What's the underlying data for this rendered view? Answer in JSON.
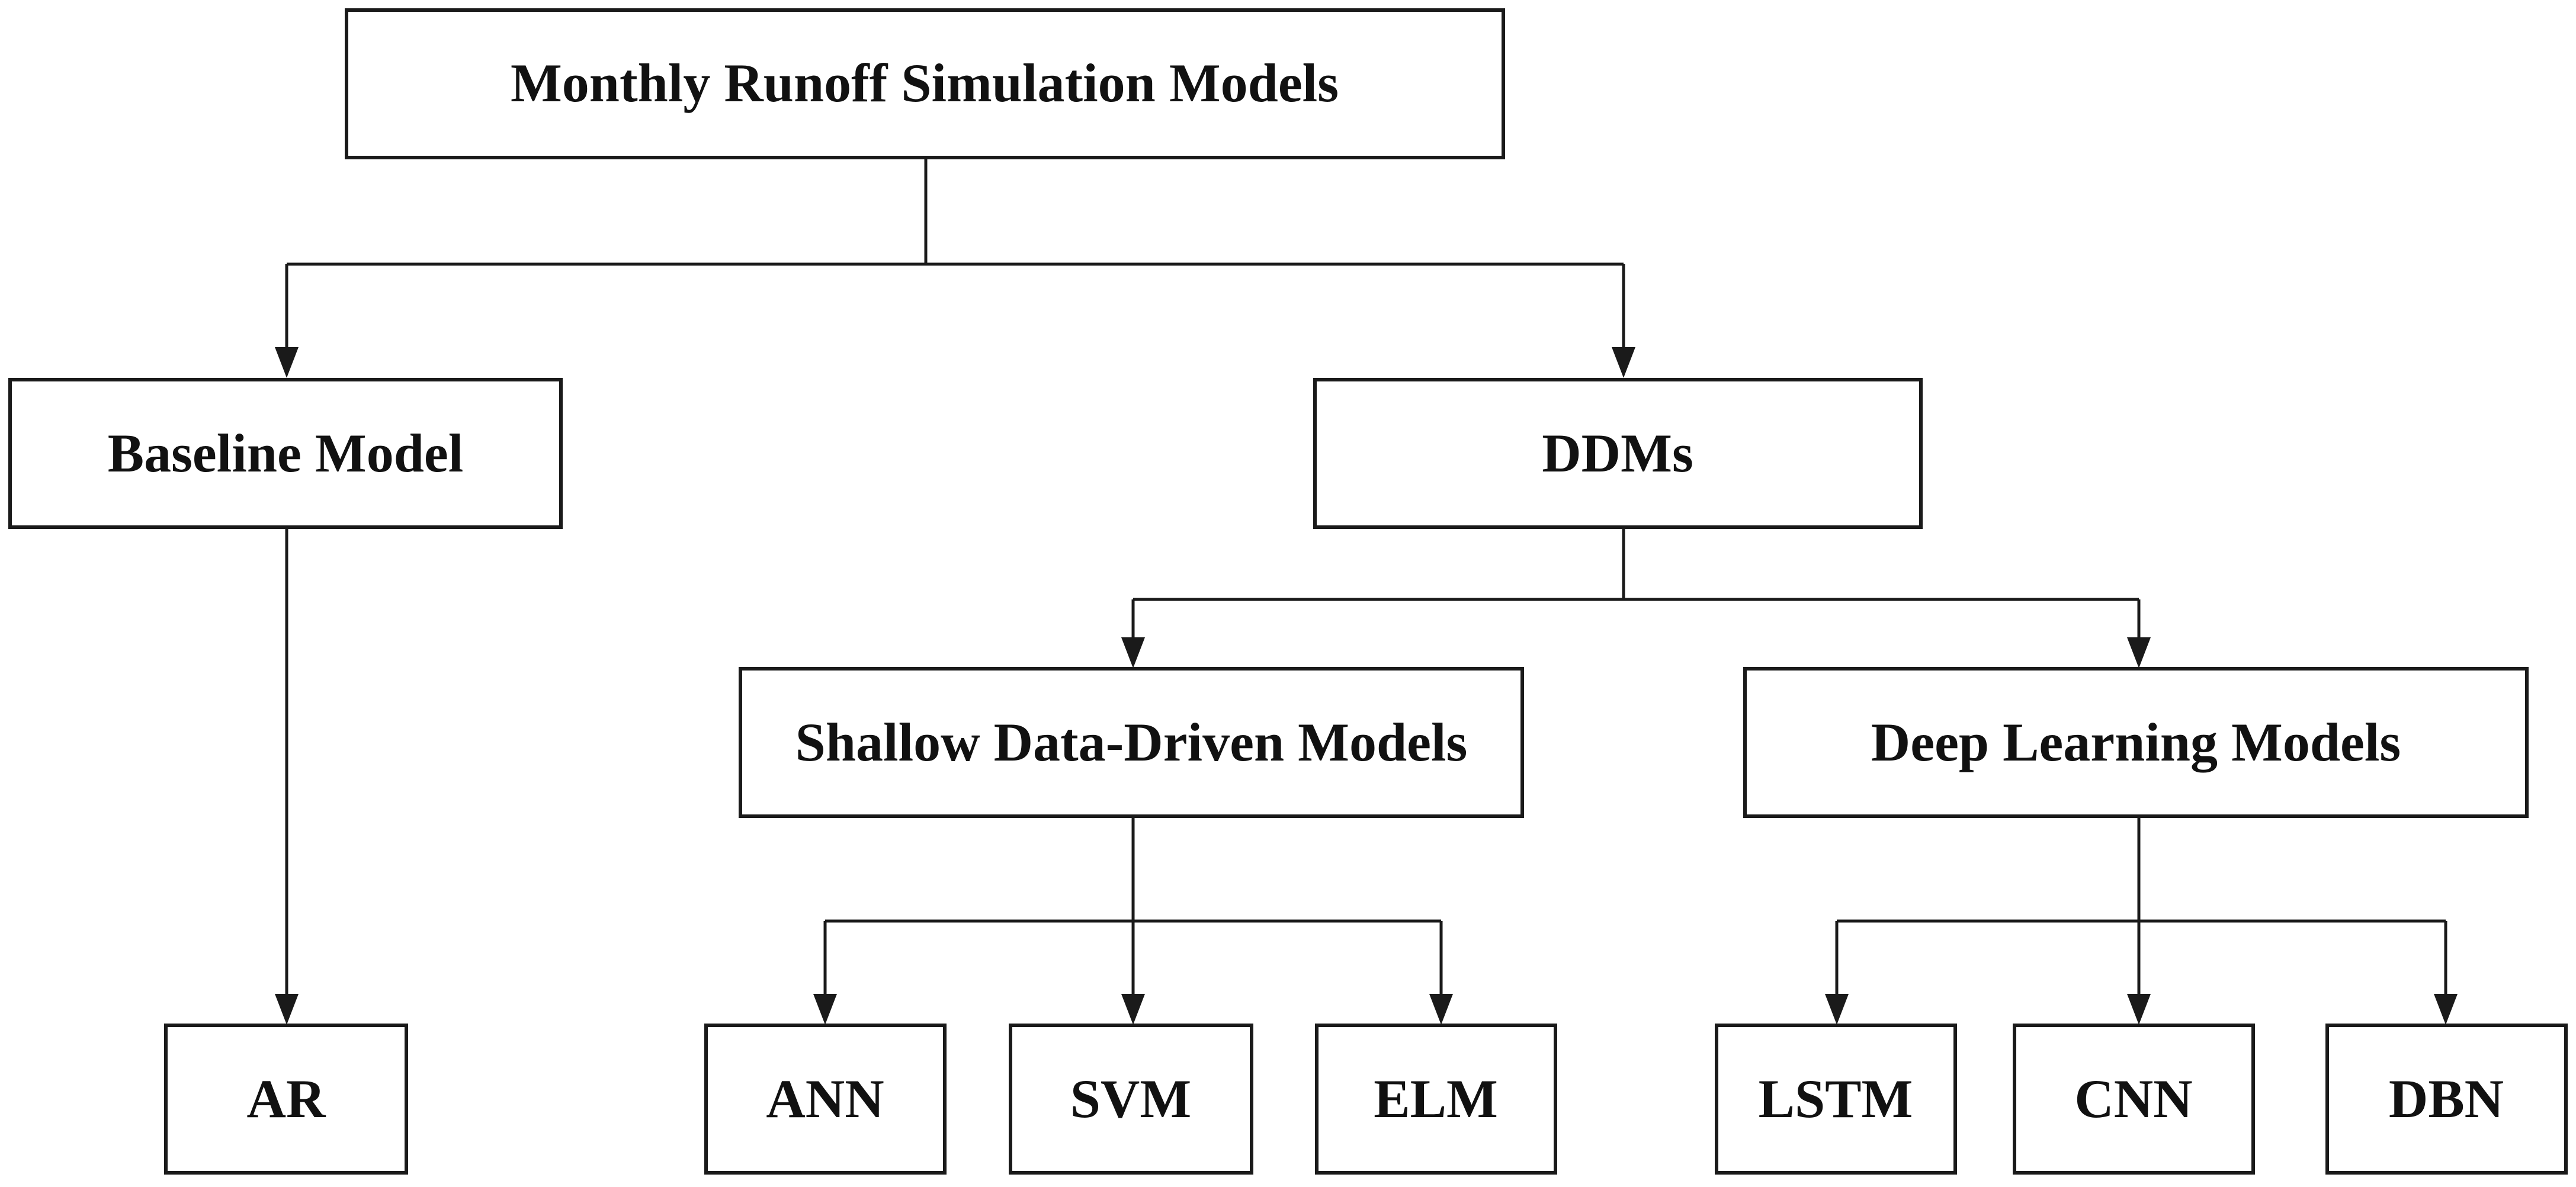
{
  "nodes": {
    "root": {
      "label": "Monthly Runoff Simulation Models"
    },
    "baseline": {
      "label": "Baseline Model"
    },
    "ddms": {
      "label": "DDMs"
    },
    "shallow": {
      "label": "Shallow Data-Driven Models"
    },
    "deep": {
      "label": "Deep Learning Models"
    },
    "ar": {
      "label": "AR"
    },
    "ann": {
      "label": "ANN"
    },
    "svm": {
      "label": "SVM"
    },
    "elm": {
      "label": "ELM"
    },
    "lstm": {
      "label": "LSTM"
    },
    "cnn": {
      "label": "CNN"
    },
    "dbn": {
      "label": "DBN"
    }
  },
  "edges": [
    {
      "from": "root",
      "to": "baseline"
    },
    {
      "from": "root",
      "to": "ddms"
    },
    {
      "from": "baseline",
      "to": "ar"
    },
    {
      "from": "ddms",
      "to": "shallow"
    },
    {
      "from": "ddms",
      "to": "deep"
    },
    {
      "from": "shallow",
      "to": "ann"
    },
    {
      "from": "shallow",
      "to": "svm"
    },
    {
      "from": "shallow",
      "to": "elm"
    },
    {
      "from": "deep",
      "to": "lstm"
    },
    {
      "from": "deep",
      "to": "cnn"
    },
    {
      "from": "deep",
      "to": "dbn"
    }
  ]
}
